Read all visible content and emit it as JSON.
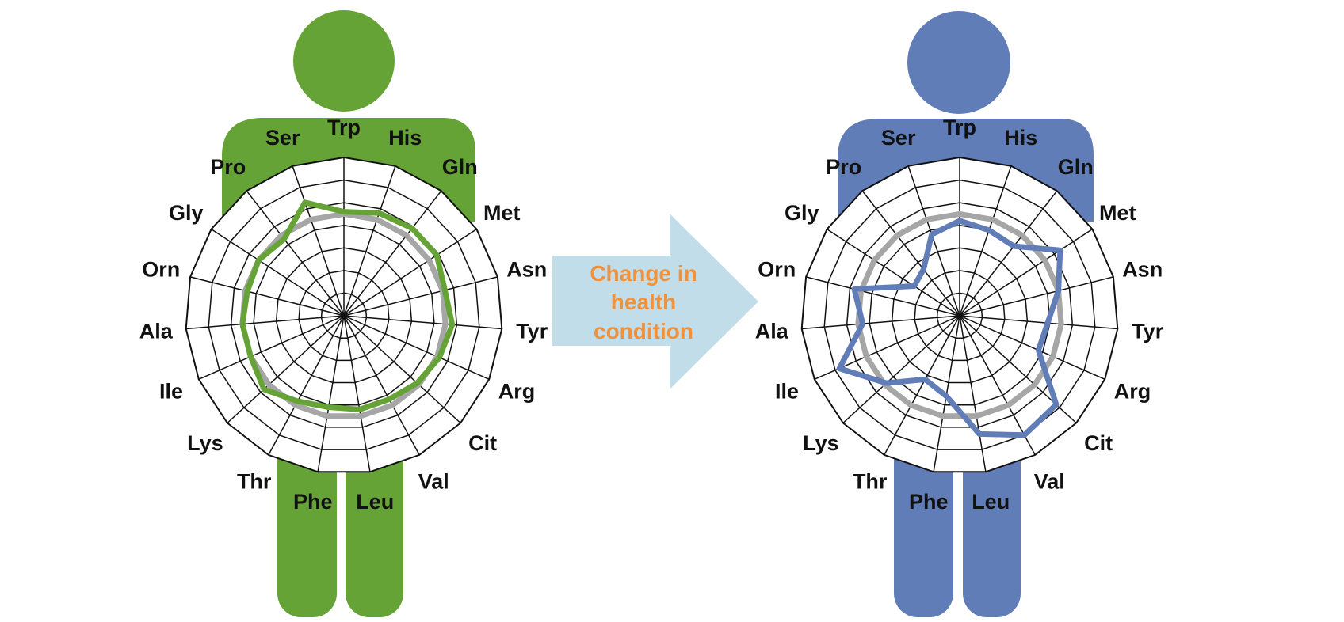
{
  "arrow": {
    "lines": [
      "Change in",
      "health",
      "condition"
    ],
    "fill_color": "#c1dde9",
    "text_color": "#f0913c"
  },
  "chart_data": {
    "type": "radar",
    "axes": [
      "Trp",
      "His",
      "Gln",
      "Met",
      "Asn",
      "Tyr",
      "Arg",
      "Cit",
      "Val",
      "Leu",
      "Phe",
      "Thr",
      "Lys",
      "Ile",
      "Ala",
      "Orn",
      "Gly",
      "Pro",
      "Ser"
    ],
    "rings": 7,
    "reference_color": "#a6a6a6",
    "figures": [
      {
        "body_color": "#66a336",
        "line_color": "#66a336",
        "reference": [
          4.5,
          4.5,
          4.5,
          4.5,
          4.5,
          4.5,
          4.5,
          4.5,
          4.5,
          4.5,
          4.5,
          4.5,
          4.5,
          4.5,
          4.5,
          4.5,
          4.5,
          4.5,
          4.5
        ],
        "values": [
          4.6,
          4.8,
          4.9,
          4.9,
          4.6,
          4.8,
          4.6,
          4.4,
          4.2,
          4.2,
          4.1,
          4.3,
          4.8,
          4.5,
          4.5,
          4.4,
          4.5,
          4.3,
          5.3
        ]
      },
      {
        "body_color": "#607db8",
        "line_color": "#607db8",
        "reference": [
          4.5,
          4.5,
          4.5,
          4.5,
          4.5,
          4.5,
          4.5,
          4.5,
          4.5,
          4.5,
          4.5,
          4.5,
          4.5,
          4.5,
          4.5,
          4.5,
          4.5,
          4.5,
          4.5
        ],
        "values": [
          4.2,
          4.0,
          3.9,
          5.3,
          4.5,
          3.9,
          3.8,
          5.8,
          6.0,
          5.3,
          3.6,
          3.2,
          4.4,
          5.8,
          4.3,
          4.8,
          2.4,
          2.6,
          3.8
        ]
      }
    ]
  }
}
